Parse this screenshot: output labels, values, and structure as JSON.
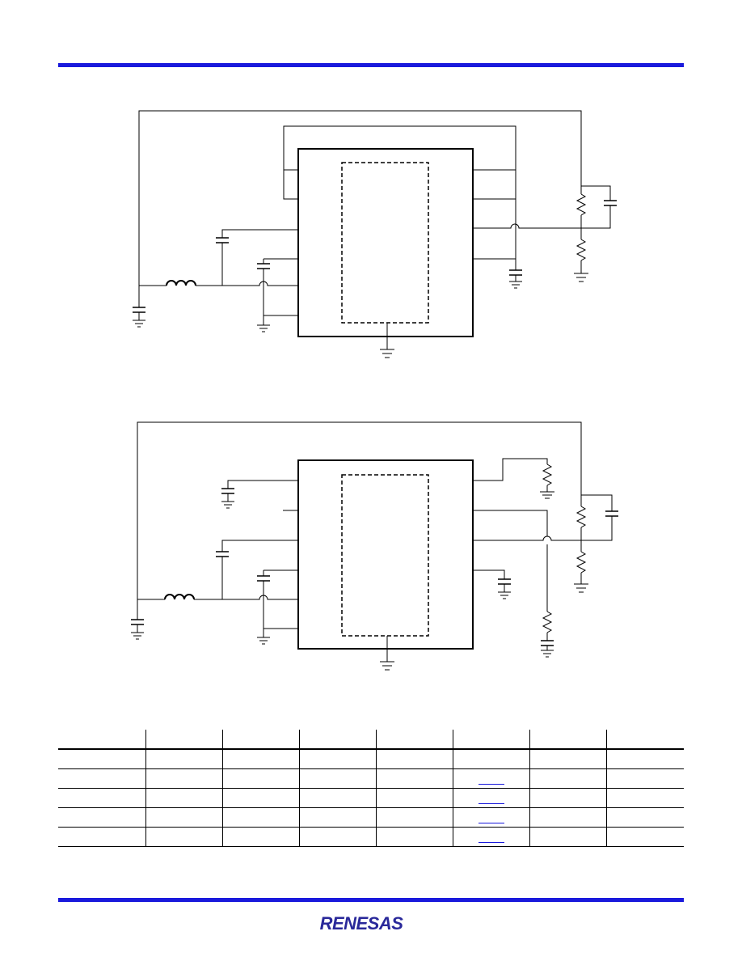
{
  "header": {
    "rule_color": "#1a1adc"
  },
  "footer": {
    "rule_color": "#1a1adc",
    "logo_alt": "RENESAS",
    "logo_color": "#29289a"
  },
  "figures": [
    {
      "id": "figure-1-schematic"
    },
    {
      "id": "figure-2-schematic"
    }
  ],
  "table": {
    "columns": 8,
    "header_cells": [
      "",
      "",
      "",
      "",
      "",
      "",
      "",
      ""
    ],
    "rows": [
      {
        "cells": [
          "",
          "",
          "",
          "",
          "",
          "",
          "",
          ""
        ],
        "link": false
      },
      {
        "cells": [
          "",
          "",
          "",
          "",
          "",
          "",
          "",
          ""
        ],
        "link": true
      },
      {
        "cells": [
          "",
          "",
          "",
          "",
          "",
          "",
          "",
          ""
        ],
        "link": true
      },
      {
        "cells": [
          "",
          "",
          "",
          "",
          "",
          "",
          "",
          ""
        ],
        "link": true
      },
      {
        "cells": [
          "",
          "",
          "",
          "",
          "",
          "",
          "",
          ""
        ],
        "link": true
      }
    ],
    "link_color": "#1a1adc"
  }
}
